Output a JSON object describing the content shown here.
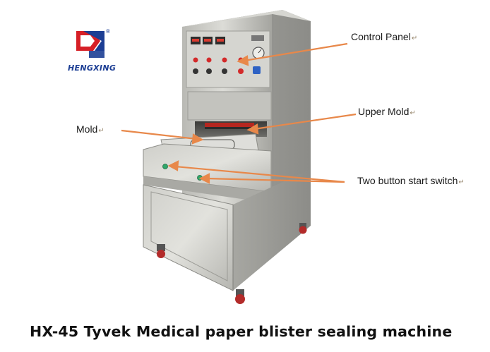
{
  "brand": {
    "name": "HENGXING",
    "registered_mark": "®"
  },
  "callouts": {
    "control_panel": "Control Panel",
    "upper_mold": "Upper Mold",
    "mold": "Mold",
    "two_button": "Two button start switch"
  },
  "paragraph_mark": "↵",
  "caption": "HX-45 Tyvek Medical paper blister sealing machine",
  "colors": {
    "arrow": "#e8884a",
    "steel_light": "#c9c9c4",
    "steel_dark": "#8f8f8a",
    "logo_red": "#d61f26",
    "logo_blue": "#1c3e94"
  }
}
